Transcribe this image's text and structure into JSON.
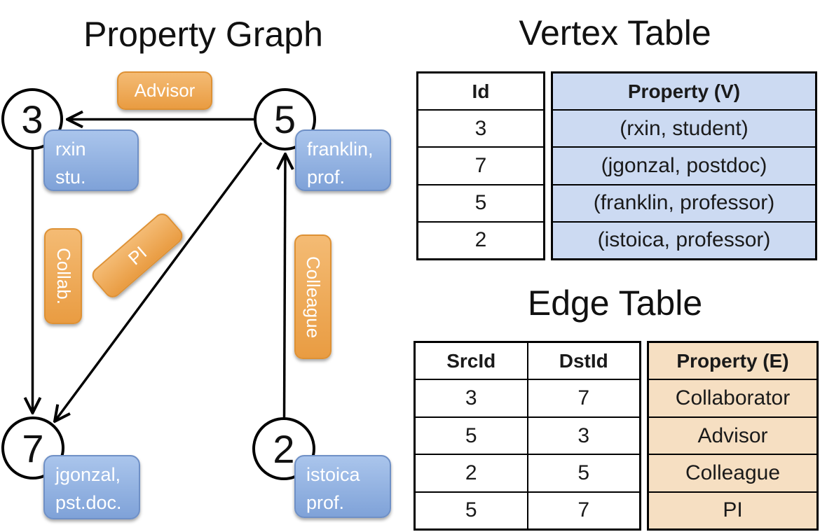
{
  "titles": {
    "graph": "Property Graph",
    "vertex": "Vertex Table",
    "edge": "Edge Table"
  },
  "graph": {
    "nodes": [
      {
        "id": "3",
        "props": [
          "rxin",
          "stu."
        ]
      },
      {
        "id": "5",
        "props": [
          "franklin,",
          "prof."
        ]
      },
      {
        "id": "7",
        "props": [
          "jgonzal,",
          "pst.doc."
        ]
      },
      {
        "id": "2",
        "props": [
          "istoica",
          "prof."
        ]
      }
    ],
    "edges": [
      {
        "src": "5",
        "dst": "3",
        "label": "Advisor"
      },
      {
        "src": "3",
        "dst": "7",
        "label": "Collab."
      },
      {
        "src": "5",
        "dst": "7",
        "label": "PI"
      },
      {
        "src": "2",
        "dst": "5",
        "label": "Colleague"
      }
    ]
  },
  "vertex_table": {
    "headers": [
      "Id",
      "Property (V)"
    ],
    "rows": [
      [
        "3",
        "(rxin, student)"
      ],
      [
        "7",
        "(jgonzal, postdoc)"
      ],
      [
        "5",
        "(franklin, professor)"
      ],
      [
        "2",
        "(istoica, professor)"
      ]
    ]
  },
  "edge_table": {
    "headers": [
      "SrcId",
      "DstId",
      "Property (E)"
    ],
    "rows": [
      [
        "3",
        "7",
        "Collaborator"
      ],
      [
        "5",
        "3",
        "Advisor"
      ],
      [
        "2",
        "5",
        "Colleague"
      ],
      [
        "5",
        "7",
        "PI"
      ]
    ]
  },
  "colors": {
    "edge_label_orange": "#ec9f44",
    "node_property_blue": "#8faedc",
    "vertex_cell_blue": "#ccdaf2",
    "edge_cell_tan": "#f6dfc2",
    "line_black": "#000000",
    "label_text": "#ffffff"
  }
}
